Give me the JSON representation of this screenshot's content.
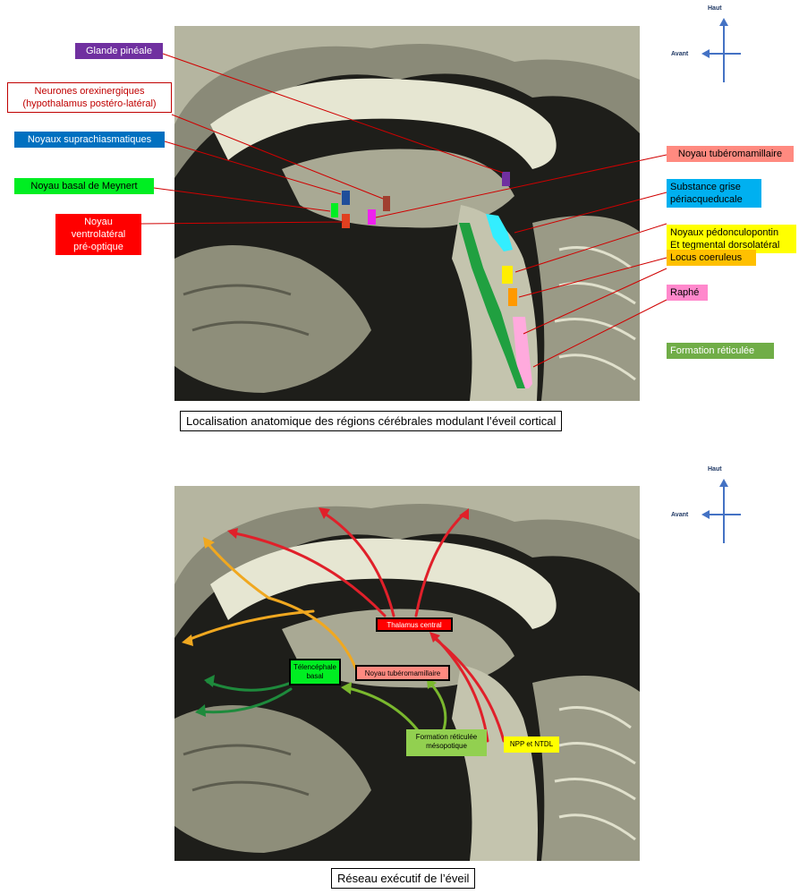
{
  "compass": {
    "up": "Haut",
    "front": "Avant"
  },
  "top": {
    "caption": "Localisation anatomique des régions cérébrales modulant l’éveil cortical",
    "labels_left": [
      {
        "key": "pineal",
        "text": "Glande pinéale",
        "bg": "#7030a0",
        "fg": "#ffffff"
      },
      {
        "key": "orexin",
        "line1": "Neurones orexinergiques",
        "line2": "(hypothalamus postéro-latéral)",
        "bg": "#ffffff",
        "fg": "#c00000"
      },
      {
        "key": "scn",
        "text": "Noyaux suprachiasmatiques",
        "bg": "#0070c0",
        "fg": "#ffffff"
      },
      {
        "key": "meynert",
        "text": "Noyau basal de Meynert",
        "bg": "#00ee22",
        "fg": "#000000"
      },
      {
        "key": "vlpo",
        "line1": "Noyau ventrolatéral",
        "line2": "pré-optique",
        "bg": "#ff0000",
        "fg": "#ffffff"
      }
    ],
    "labels_right": [
      {
        "key": "tmn",
        "text": "Noyau tubéromamillaire",
        "bg": "#ff8a80",
        "fg": "#000000"
      },
      {
        "key": "pag",
        "line1": "Substance grise",
        "line2": "périacqueducale",
        "bg": "#00b0f0",
        "fg": "#000000"
      },
      {
        "key": "ppn",
        "line1": "Noyaux pédonculopontin",
        "line2": "Et tegmental dorsolatéral",
        "bg": "#ffff00",
        "fg": "#000000"
      },
      {
        "key": "lc",
        "text": "Locus coeruleus",
        "bg": "#ffc000",
        "fg": "#000000"
      },
      {
        "key": "raphe",
        "text": "Raphé",
        "bg": "#ff88cc",
        "fg": "#000000"
      },
      {
        "key": "rf",
        "text": "Formation réticulée",
        "bg": "#70ad47",
        "fg": "#ffffff"
      }
    ]
  },
  "bottom": {
    "caption": "Réseau exécutif de l’éveil",
    "nodes": {
      "thalamus": {
        "text": "Thalamus central",
        "bg": "#ff0000",
        "fg": "#ffffff"
      },
      "telencephale": {
        "line1": "Télencéphale",
        "line2": "basal",
        "bg": "#00ee22",
        "fg": "#000000"
      },
      "tmn": {
        "text": "Noyau tubéromamillaire",
        "bg": "#ff8a80",
        "fg": "#000000"
      },
      "frm": {
        "line1": "Formation réticulée",
        "line2": "mésopotique",
        "bg": "#92d050",
        "fg": "#000000"
      },
      "npp": {
        "text": "NPP et NTDL",
        "bg": "#ffff00",
        "fg": "#000000"
      }
    }
  }
}
